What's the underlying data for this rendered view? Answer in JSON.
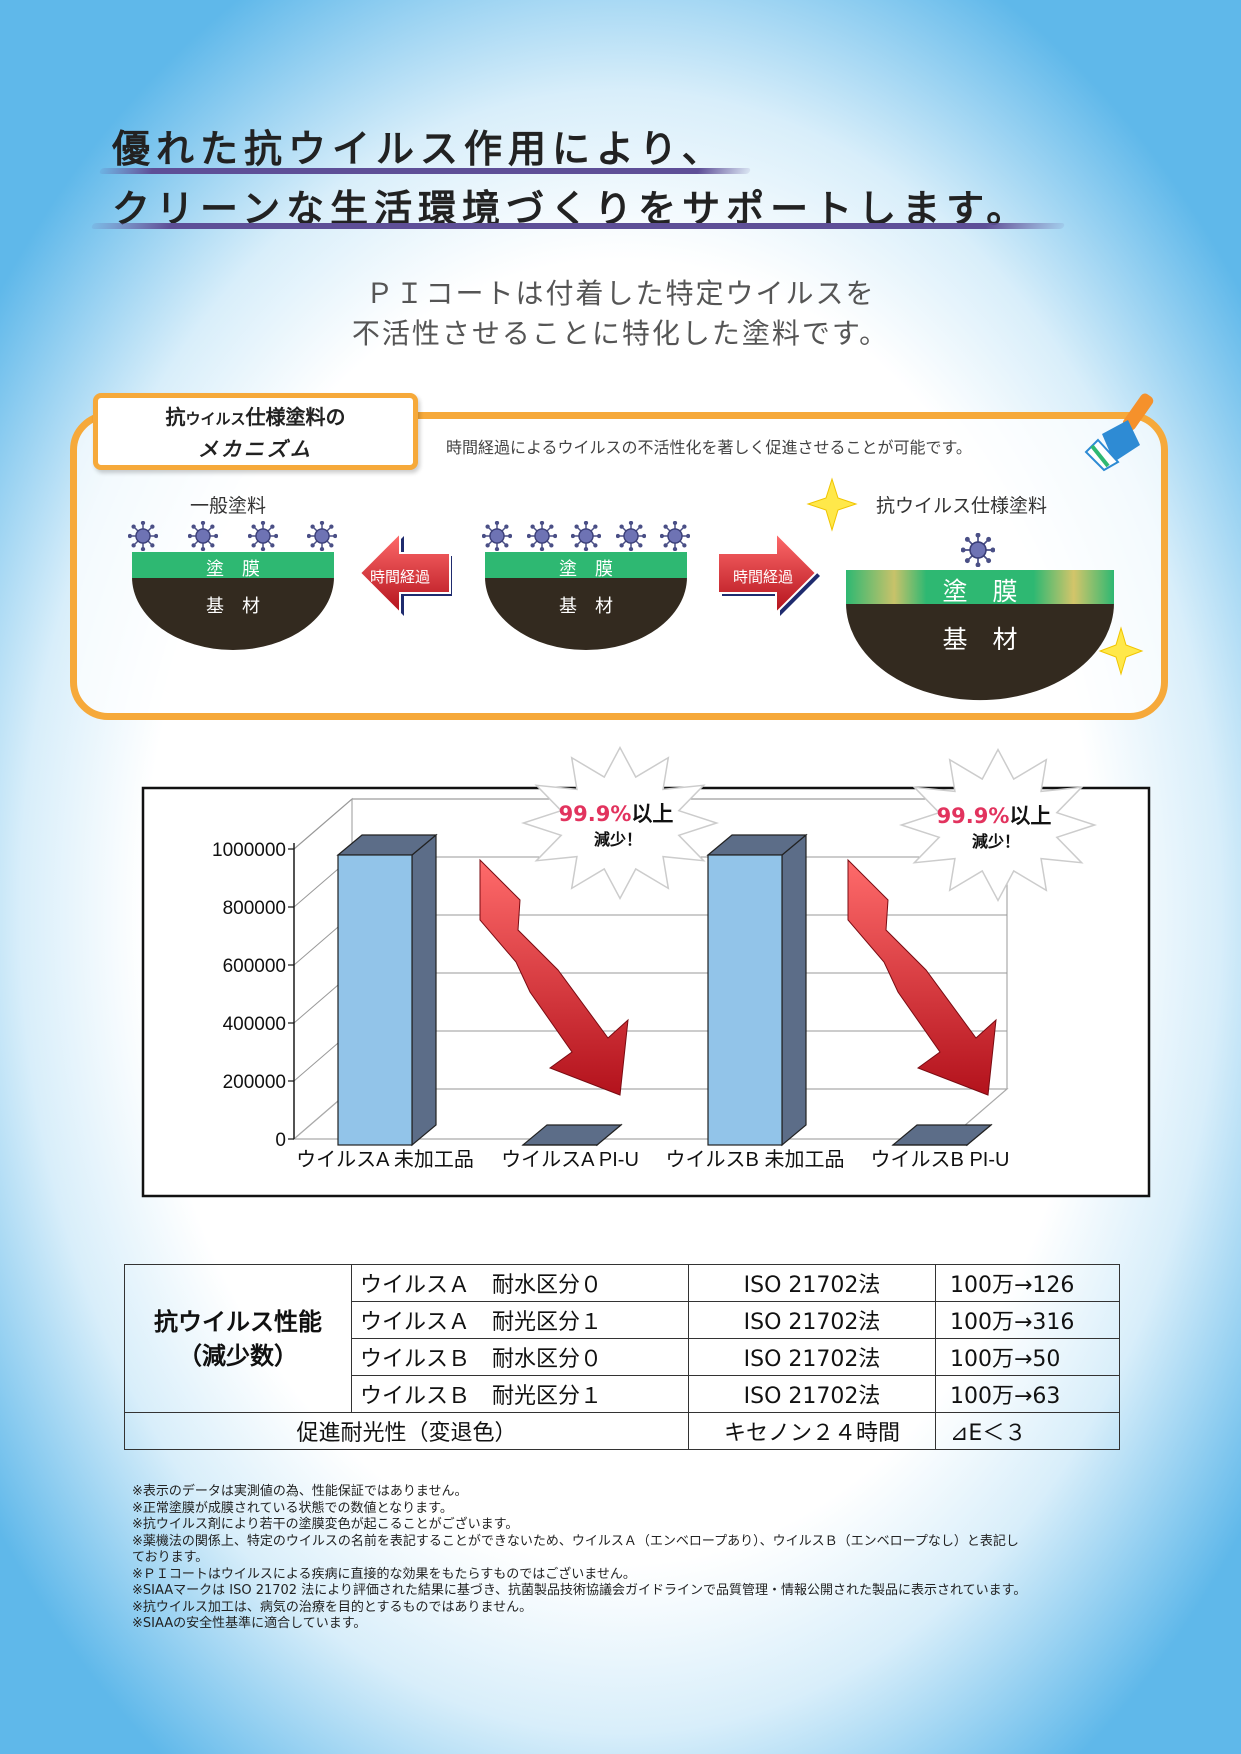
{
  "headline": {
    "line1": "優れた抗ウイルス作用により、",
    "line2": "クリーンな生活環境づくりをサポートします。"
  },
  "intro": {
    "line1": "ＰＩコートは付着した特定ウイルスを",
    "line2": "不活性させることに特化した塗料です。"
  },
  "mechanism": {
    "tab_line1_a": "抗",
    "tab_line1_b": "ウイルス",
    "tab_line1_c": "仕様塗料の",
    "tab_line2": "メカニズム",
    "note": "時間経過によるウイルスの不活性化を著しく促進させることが可能です。",
    "general_label": "一般塗料",
    "antiviral_label": "抗ウイルス仕様塗料",
    "arrow_label": "時間経過",
    "film": "塗　膜",
    "base": "基　材"
  },
  "colors": {
    "orange": "#f6a93a",
    "film_green": "#2eb872",
    "base_brown": "#332a1f",
    "bar_face": "#92c4e9",
    "bar_side": "#5c6d88",
    "red_arrow": "#e0202c",
    "accent_pink": "#e2335e"
  },
  "chart_data": {
    "type": "bar",
    "categories": [
      "ウイルスA 未加工品",
      "ウイルスA PI-U",
      "ウイルスB 未加工品",
      "ウイルスB PI-U"
    ],
    "values": [
      1000000,
      126,
      1000000,
      50
    ],
    "ylim": [
      0,
      1000000
    ],
    "yticks": [
      "0",
      "200000",
      "400000",
      "600000",
      "800000",
      "1000000"
    ],
    "grid": true,
    "annotation": {
      "percent": "99.9%",
      "suffix": "以上",
      "line2": "減少！"
    }
  },
  "spec_table": {
    "group_label_line1": "抗ウイルス性能",
    "group_label_line2": "（減少数）",
    "rows": [
      {
        "virus": "ウイルスＡ　耐水区分０",
        "method": "ISO 21702法",
        "result": "100万→126"
      },
      {
        "virus": "ウイルスＡ　耐光区分１",
        "method": "ISO 21702法",
        "result": "100万→316"
      },
      {
        "virus": "ウイルスＢ　耐水区分０",
        "method": "ISO 21702法",
        "result": "100万→50"
      },
      {
        "virus": "ウイルスＢ　耐光区分１",
        "method": "ISO 21702法",
        "result": "100万→63"
      }
    ],
    "last_row": {
      "label": "促進耐光性（変退色）",
      "method": "キセノン２４時間",
      "result": "⊿E＜３"
    }
  },
  "notes": [
    "※表示のデータは実測値の為、性能保証ではありません。",
    "※正常塗膜が成膜されている状態での数値となります。",
    "※抗ウイルス剤により若干の塗膜変色が起こることがございます。",
    "※薬機法の関係上、特定のウイルスの名前を表記することができないため、ウイルスＡ（エンベロープあり）、ウイルスＢ（エンベロープなし）と表記し",
    "ております。",
    "※ＰＩコートはウイルスによる疾病に直接的な効果をもたらすものではございません。",
    "※SIAAマークは ISO 21702 法により評価された結果に基づき、抗菌製品技術協議会ガイドラインで品質管理・情報公開された製品に表示されています。",
    "※抗ウイルス加工は、病気の治療を目的とするものではありません。",
    "※SIAAの安全性基準に適合しています。"
  ]
}
